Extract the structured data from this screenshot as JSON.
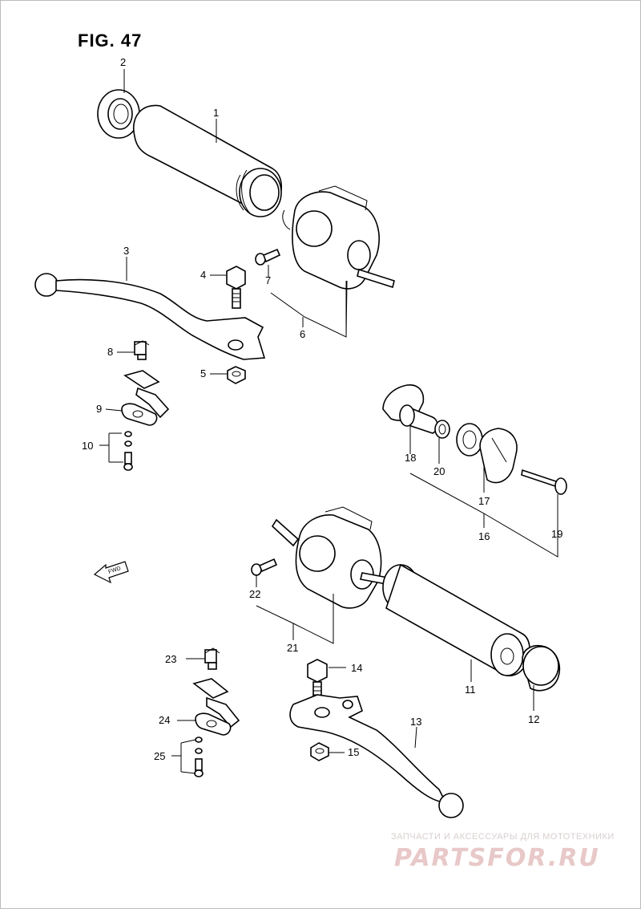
{
  "figure": {
    "title": "FIG. 47"
  },
  "labels": {
    "p1": "1",
    "p2": "2",
    "p3": "3",
    "p4": "4",
    "p5": "5",
    "p6": "6",
    "p7": "7",
    "p8": "8",
    "p9": "9",
    "p10": "10",
    "p11": "11",
    "p12": "12",
    "p13": "13",
    "p14": "14",
    "p15": "15",
    "p16": "16",
    "p17": "17",
    "p18": "18",
    "p19": "19",
    "p20": "20",
    "p21": "21",
    "p22": "22",
    "p23": "23",
    "p24": "24",
    "p25": "25"
  },
  "direction_marker": "FWD",
  "watermark": {
    "tagline": "ЗАПЧАСТИ И АКСЕССУАРЫ ДЛЯ МОТОТЕХНИКИ",
    "brand": "PARTSFOR.RU"
  }
}
